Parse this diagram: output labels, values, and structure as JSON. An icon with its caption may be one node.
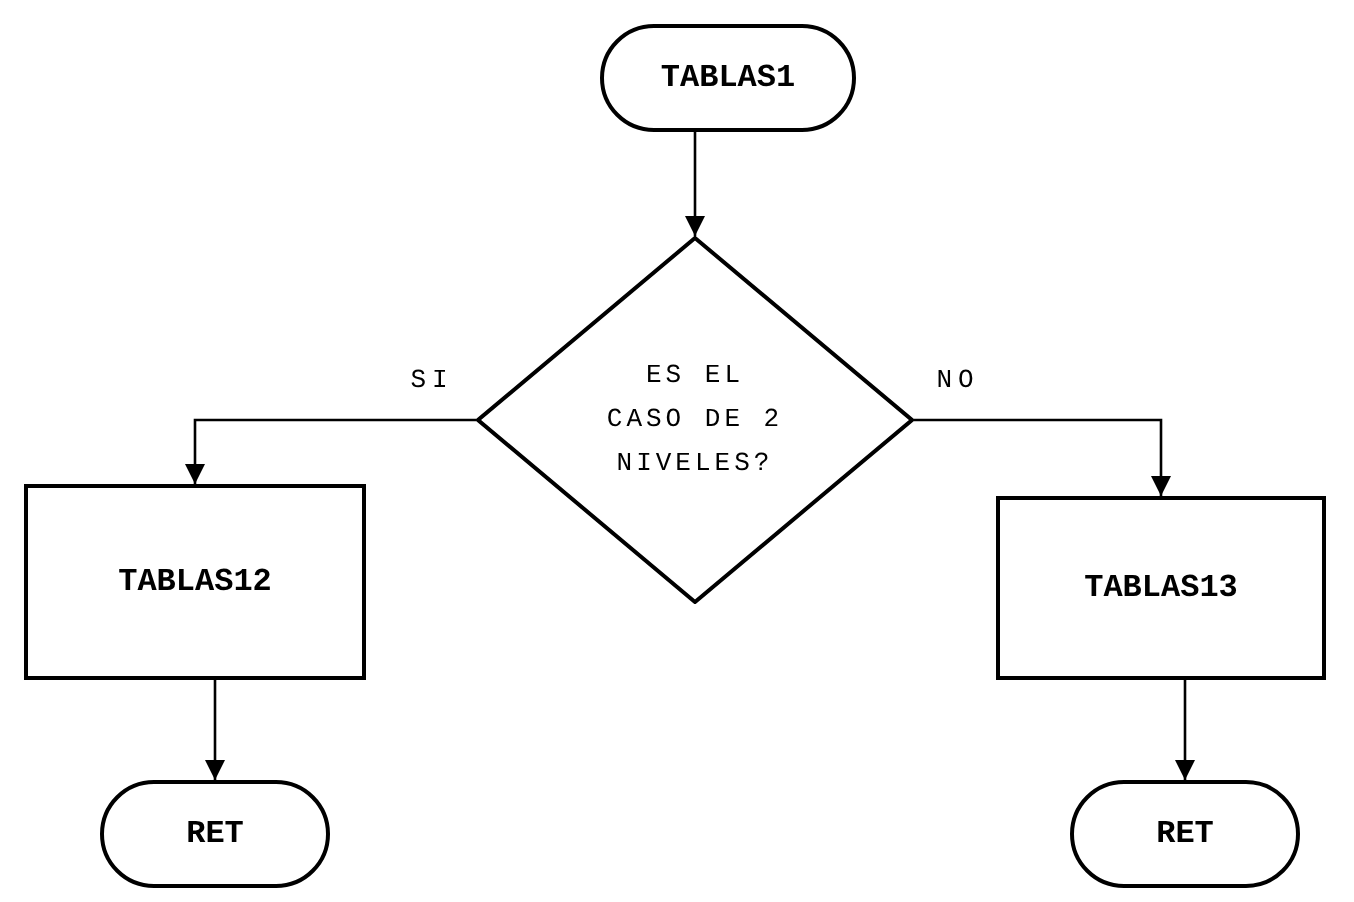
{
  "diagram": {
    "nodes": [
      {
        "text": [
          "TABLAS1"
        ]
      },
      {
        "text": [
          "ES EL CASO DE 2 NIVELES?"
        ]
      },
      {
        "text": [
          "TABLAS12"
        ]
      },
      {
        "text": [
          "TABLAS13"
        ]
      },
      {
        "text": [
          "RET"
        ]
      },
      {
        "text": [
          "RET"
        ]
      }
    ],
    "edges": [
      {
        "from": 0,
        "to": 1,
        "arrow": "to"
      },
      {
        "from": 1,
        "to": 2,
        "arrow": "to",
        "label": "SI"
      },
      {
        "from": 1,
        "to": 3,
        "arrow": "to",
        "label": "NO"
      },
      {
        "from": 2,
        "to": 4,
        "arrow": "to"
      },
      {
        "from": 3,
        "to": 5,
        "arrow": "to"
      }
    ]
  }
}
